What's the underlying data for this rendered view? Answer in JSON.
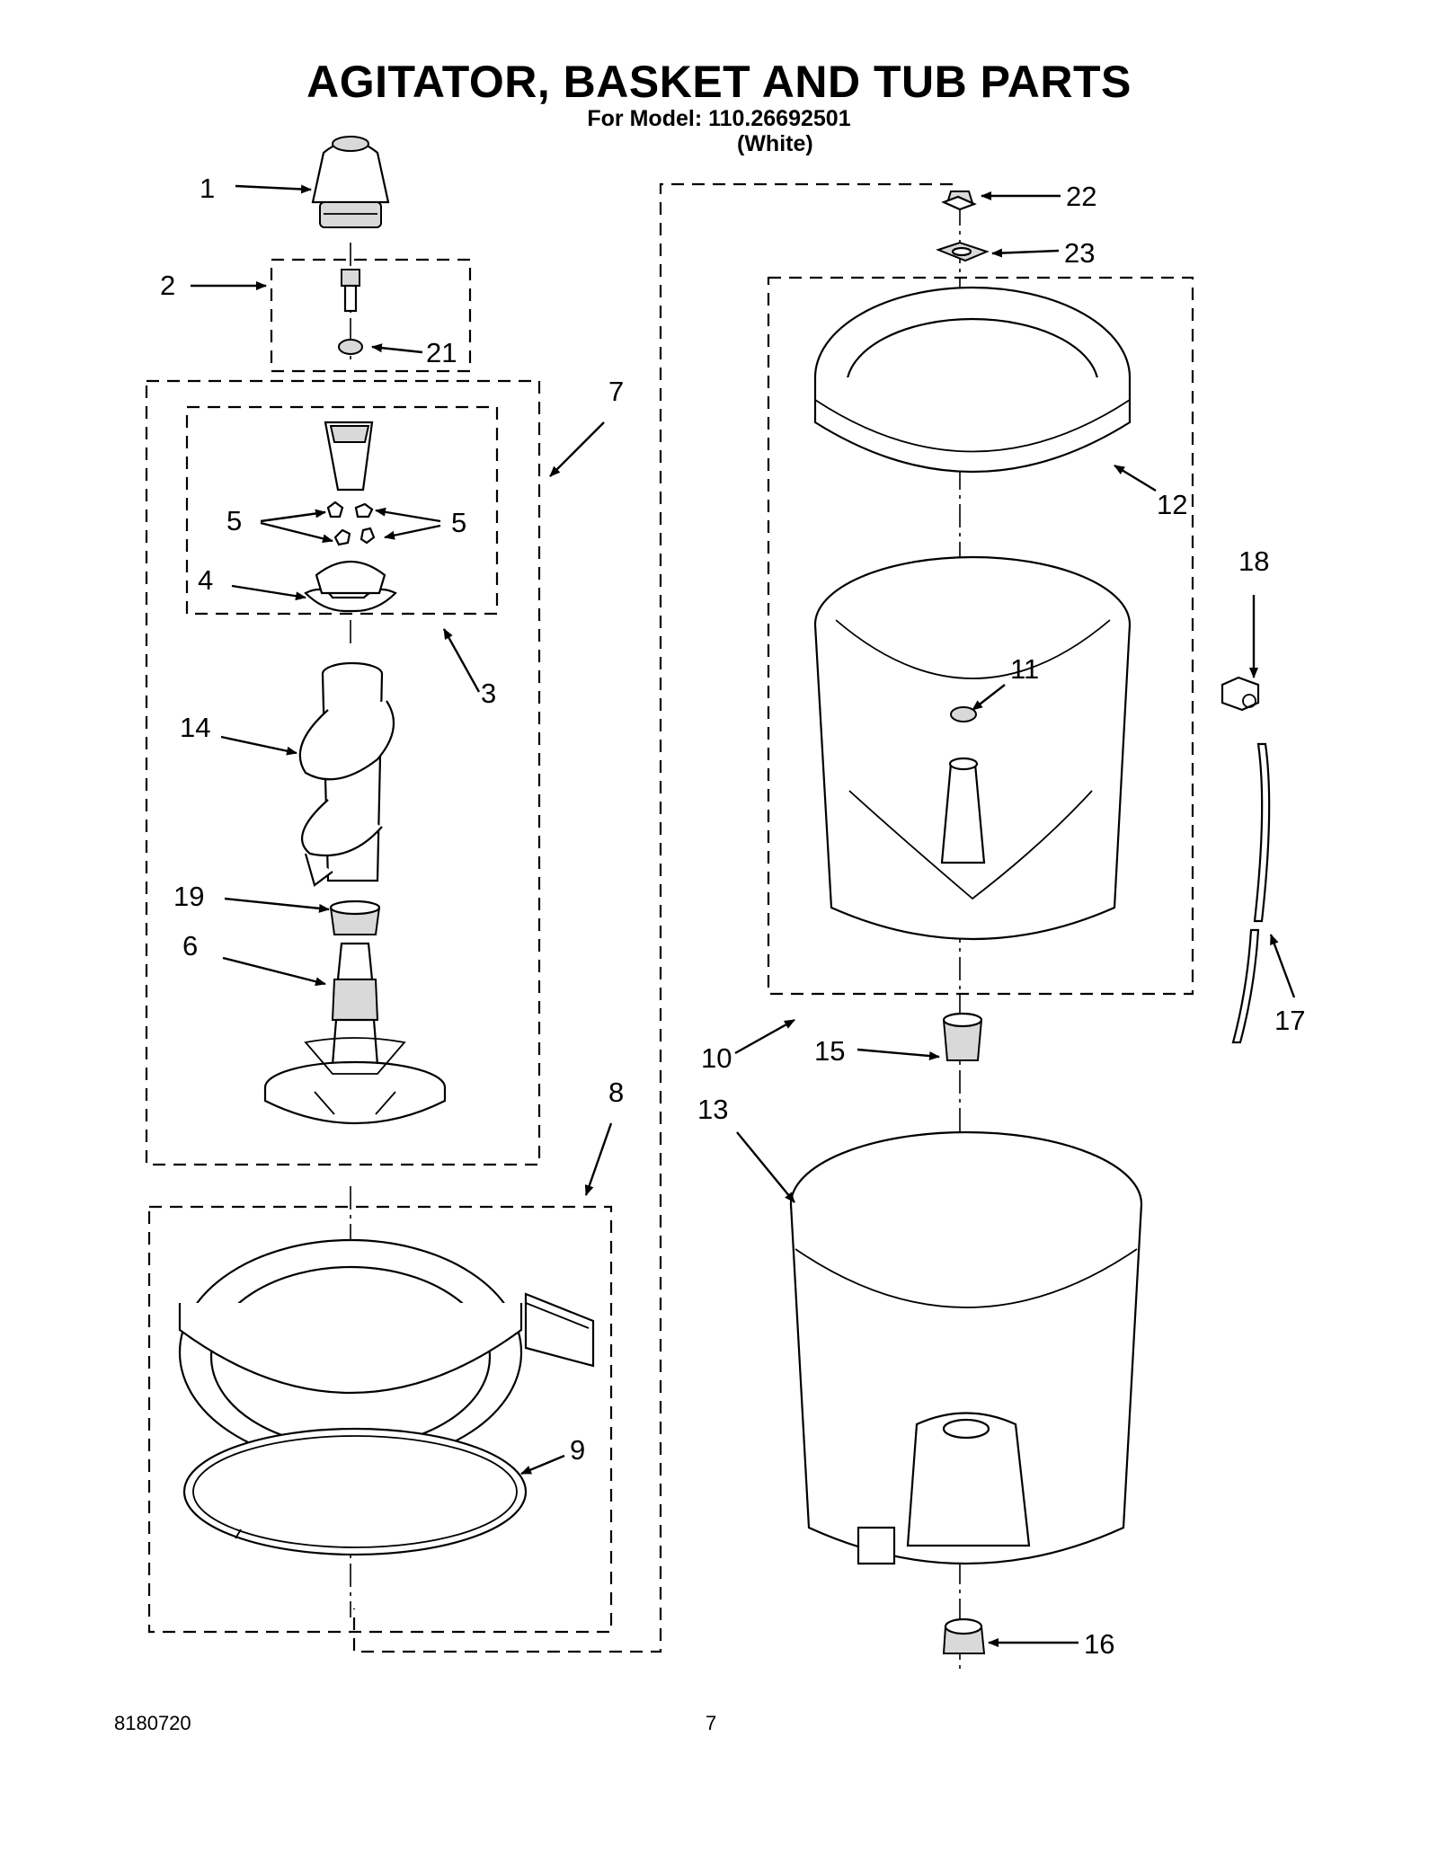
{
  "header": {
    "title": "AGITATOR, BASKET AND TUB PARTS",
    "model_line": "For Model: 110.26692501",
    "color_line": "(White)"
  },
  "callouts": {
    "c1": "1",
    "c2": "2",
    "c3": "3",
    "c4": "4",
    "c5a": "5",
    "c5b": "5",
    "c6": "6",
    "c7": "7",
    "c8": "8",
    "c9": "9",
    "c10": "10",
    "c11": "11",
    "c12": "12",
    "c13": "13",
    "c14": "14",
    "c15": "15",
    "c16": "16",
    "c17": "17",
    "c18": "18",
    "c19": "19",
    "c21": "21",
    "c22": "22",
    "c23": "23"
  },
  "footer": {
    "code": "8180720",
    "page": "7"
  }
}
